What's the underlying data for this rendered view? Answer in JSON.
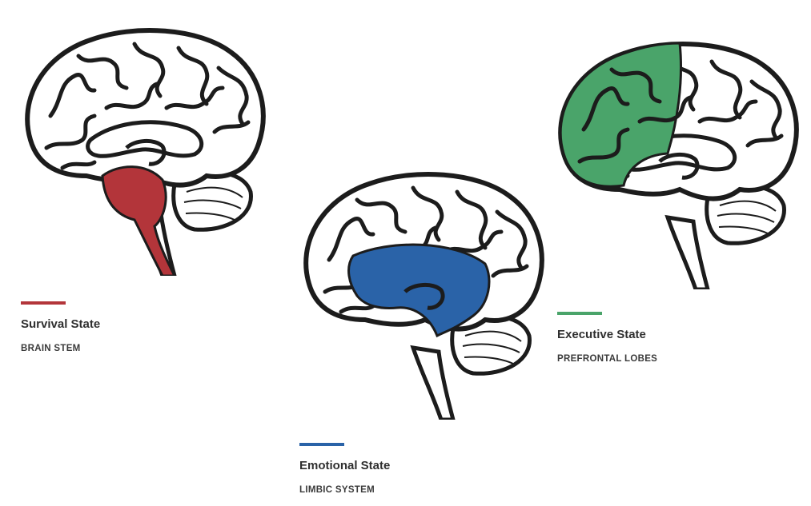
{
  "states": [
    {
      "title": "Survival State",
      "region": "BRAIN STEM",
      "color": "#b3353a"
    },
    {
      "title": "Emotional State",
      "region": "LIMBIC SYSTEM",
      "color": "#2a63a8"
    },
    {
      "title": "Executive State",
      "region": "PREFRONTAL LOBES",
      "color": "#4aa46a"
    }
  ]
}
